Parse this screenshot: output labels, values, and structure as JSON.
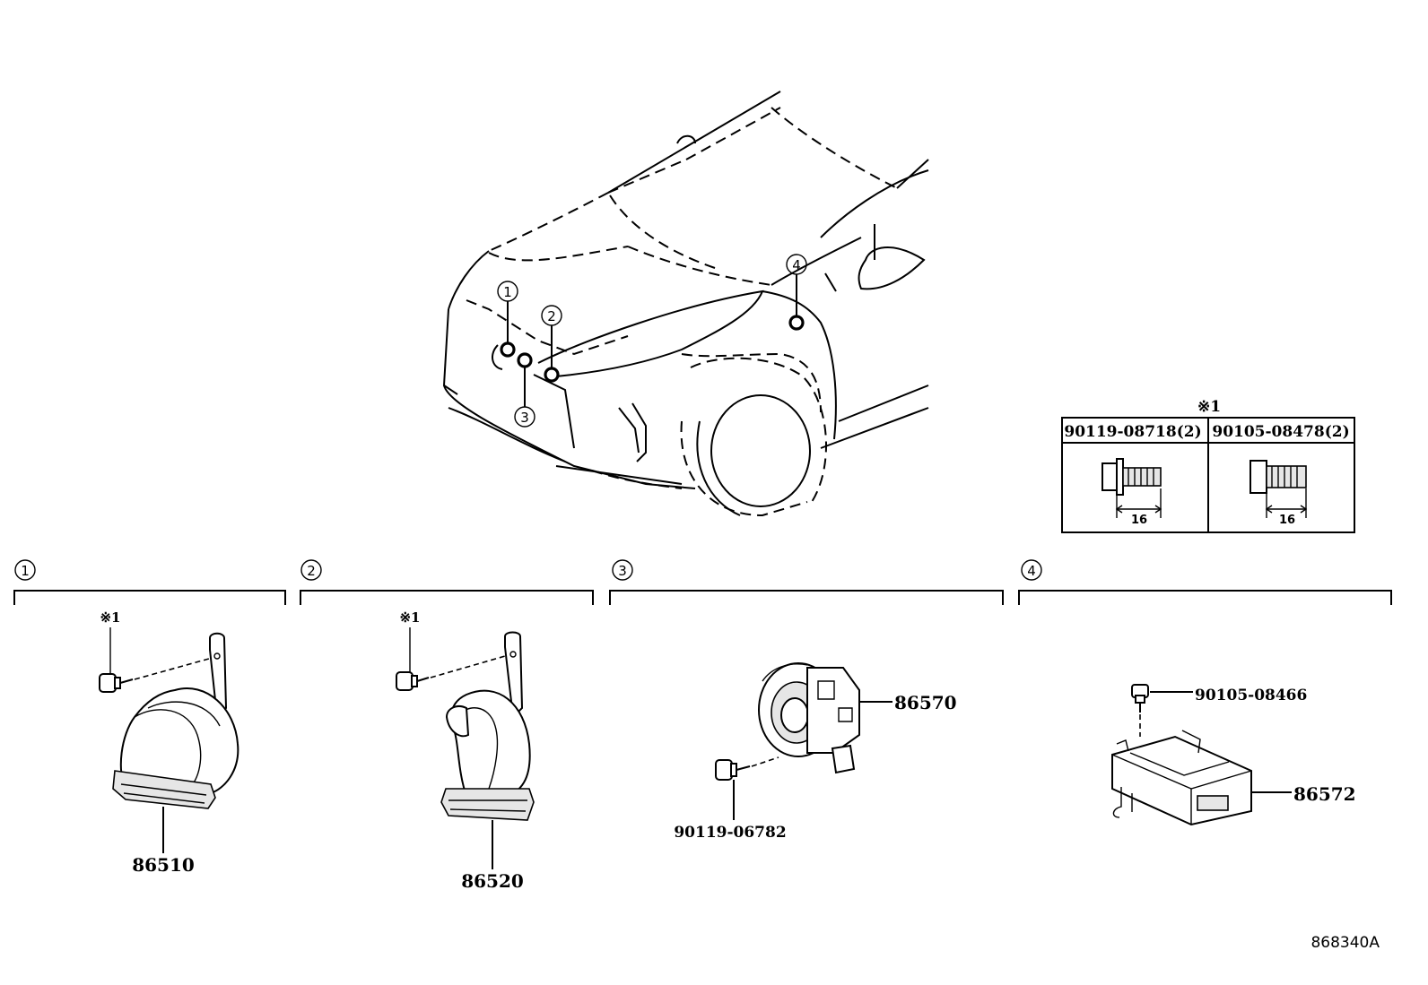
{
  "diagram": {
    "id": "868340A",
    "callouts": [
      {
        "marker": "1",
        "part": "86510",
        "note": "※1"
      },
      {
        "marker": "2",
        "part": "86520",
        "note": "※1"
      },
      {
        "marker": "3",
        "part": "86570",
        "fastener": "90119-06782"
      },
      {
        "marker": "4",
        "part": "86572",
        "fastener": "90105-08466"
      }
    ],
    "fastener_table": {
      "note": "※1",
      "columns": [
        {
          "part_no": "90119-08718(2)",
          "dimension": "16"
        },
        {
          "part_no": "90105-08478(2)",
          "dimension": "16"
        }
      ]
    }
  }
}
